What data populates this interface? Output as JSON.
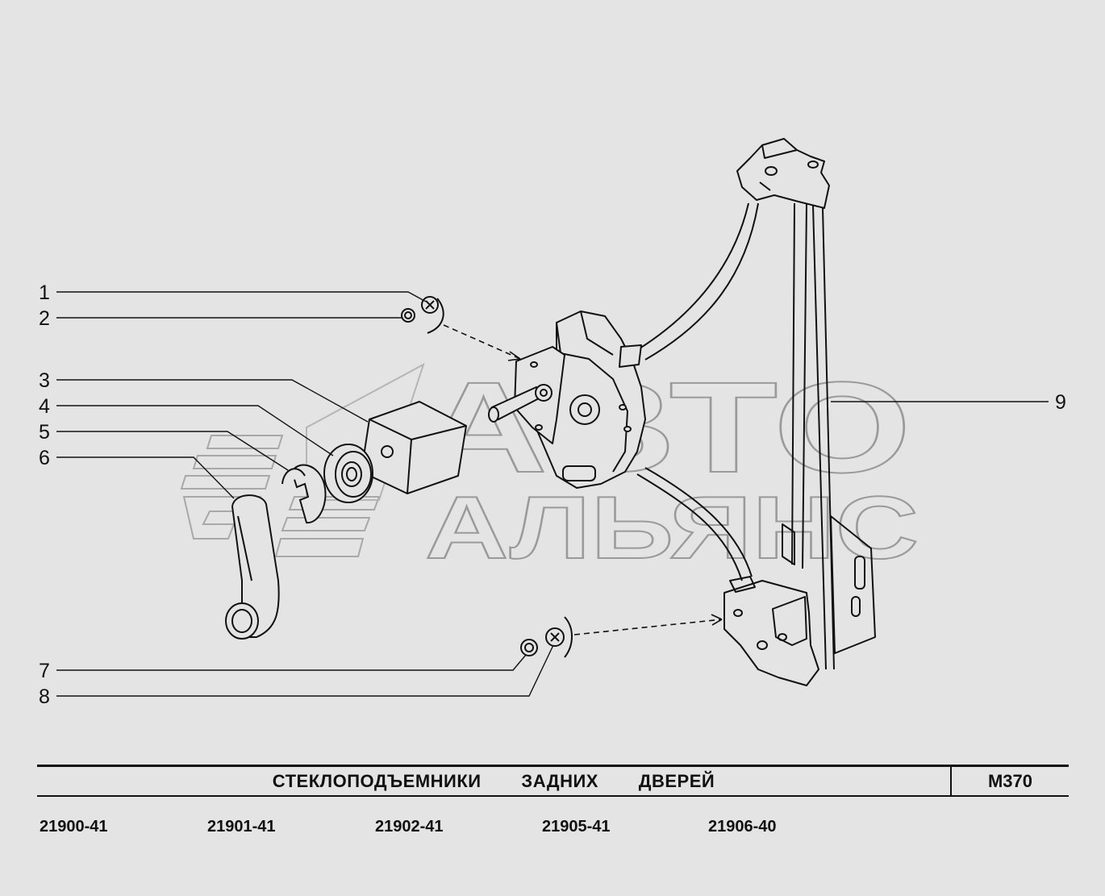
{
  "diagram": {
    "callouts": [
      "1",
      "2",
      "3",
      "4",
      "5",
      "6",
      "7",
      "8",
      "9"
    ]
  },
  "watermark": {
    "line1": "АВТО",
    "line2": "АЛЬЯНС"
  },
  "title_block": {
    "title": "СТЕКЛОПОДЪЕМНИКИ   ЗАДНИХ   ДВЕРЕЙ",
    "sheet_code": "М370"
  },
  "models": [
    "21900-41",
    "21901-41",
    "21902-41",
    "21905-41",
    "21906-40"
  ]
}
